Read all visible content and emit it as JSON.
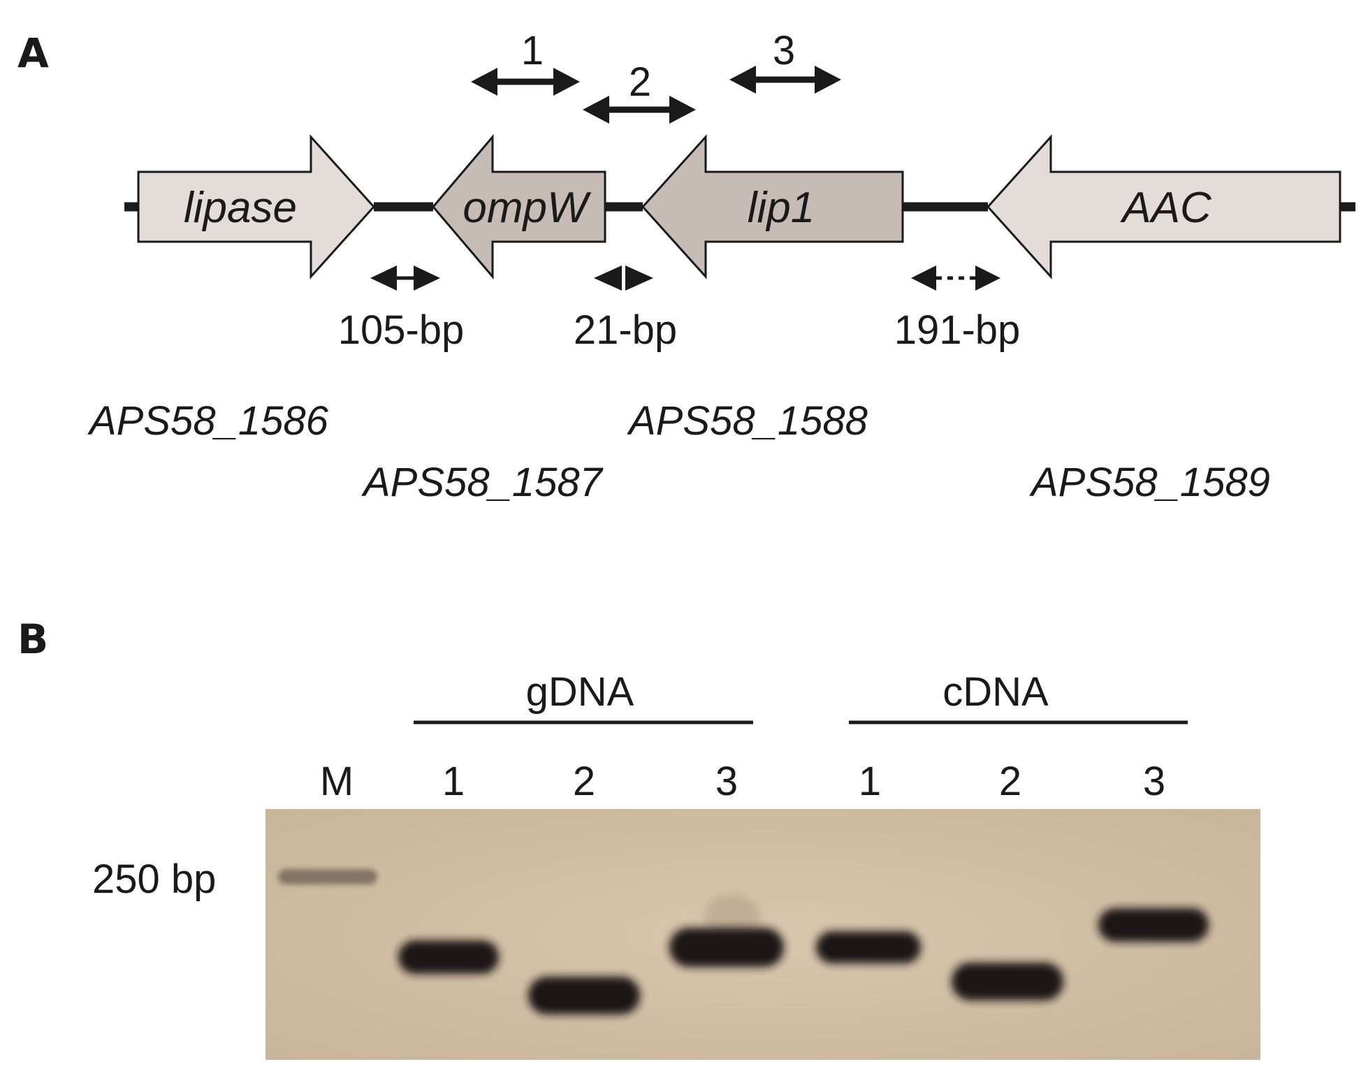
{
  "panel_a": {
    "label": "A",
    "genes": [
      {
        "name": "lipase",
        "locus": "APS58_1586",
        "direction": "forward",
        "fill": "#e4dcd8"
      },
      {
        "name": "ompW",
        "locus": "APS58_1587",
        "direction": "reverse",
        "fill": "#c7bbb6"
      },
      {
        "name": "lip1",
        "locus": "APS58_1588",
        "direction": "reverse",
        "fill": "#c7bbb6"
      },
      {
        "name": "AAC",
        "locus": "APS58_1589",
        "direction": "reverse",
        "fill": "#e4dcd8"
      }
    ],
    "amplicons": [
      "1",
      "2",
      "3"
    ],
    "intergenic": [
      "105-bp",
      "21-bp",
      "191-bp"
    ]
  },
  "panel_b": {
    "label": "B",
    "groups": [
      "gDNA",
      "cDNA"
    ],
    "marker_label": "M",
    "lanes": [
      "1",
      "2",
      "3",
      "1",
      "2",
      "3"
    ],
    "size_label": "250 bp",
    "gel_color": "#d2c0a8",
    "band_color": "#1e1712"
  },
  "colors": {
    "ink": "#1a1a1a",
    "arrow_stroke": "#1a1a1a"
  }
}
